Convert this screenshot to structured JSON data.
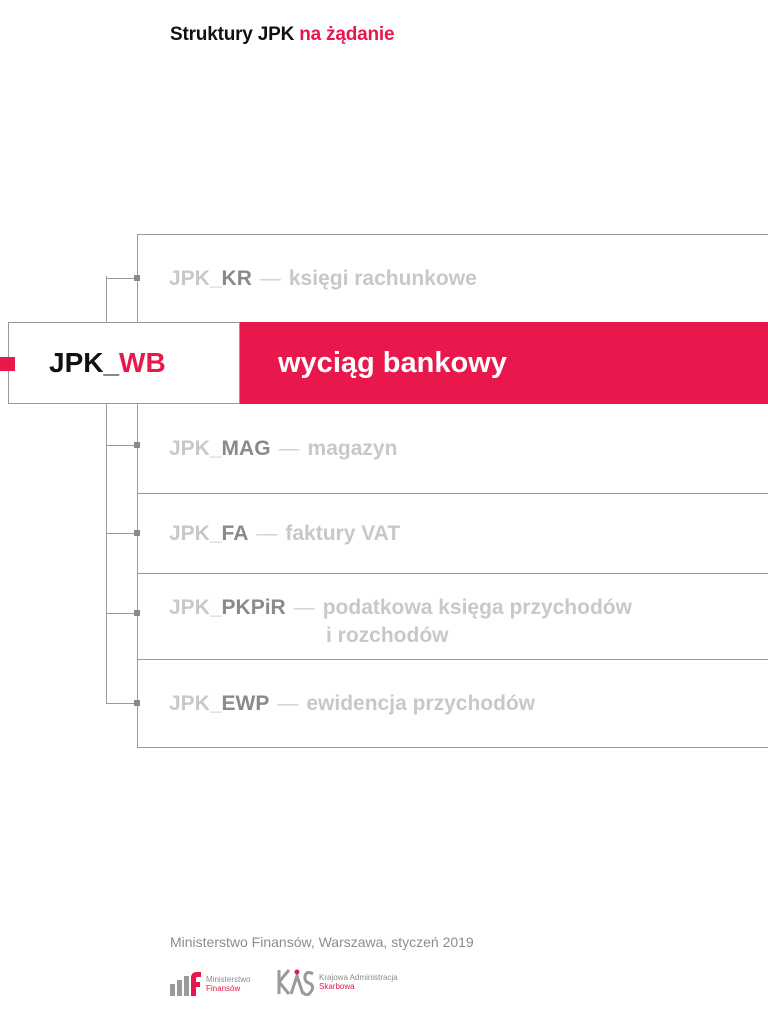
{
  "header": {
    "prefix": "Struktury JPK",
    "accent": "na żądanie"
  },
  "highlight": {
    "code_prefix": "JPK_",
    "code_suffix": "WB",
    "description": "wyciąg bankowy"
  },
  "items": [
    {
      "code_prefix": "JPK_",
      "code_suffix": "KR",
      "separator": "—",
      "description": "księgi rachunkowe"
    },
    {
      "code_prefix": "JPK_",
      "code_suffix": "MAG",
      "separator": "—",
      "description": "magazyn"
    },
    {
      "code_prefix": "JPK_",
      "code_suffix": "FA",
      "separator": "—",
      "description": "faktury VAT"
    },
    {
      "code_prefix": "JPK_",
      "code_suffix": "PKPiR",
      "separator": "—",
      "description": "podatkowa księga przychodów",
      "description_line2": "i rozchodów"
    },
    {
      "code_prefix": "JPK_",
      "code_suffix": "EWP",
      "separator": "—",
      "description": "ewidencja przychodów"
    }
  ],
  "footer": {
    "text": "Ministerstwo Finansów, Warszawa, styczeń 2019",
    "logo_mf": {
      "line1": "Ministerstwo",
      "line2": "Finansów"
    },
    "logo_kas": {
      "line1": "Krajowa Administracja",
      "line2": "Skarbowa"
    }
  },
  "colors": {
    "accent": "#e8174c",
    "muted": "#c8c8c8",
    "code_bold": "#8a8a8a",
    "line": "#9a9a9a"
  }
}
